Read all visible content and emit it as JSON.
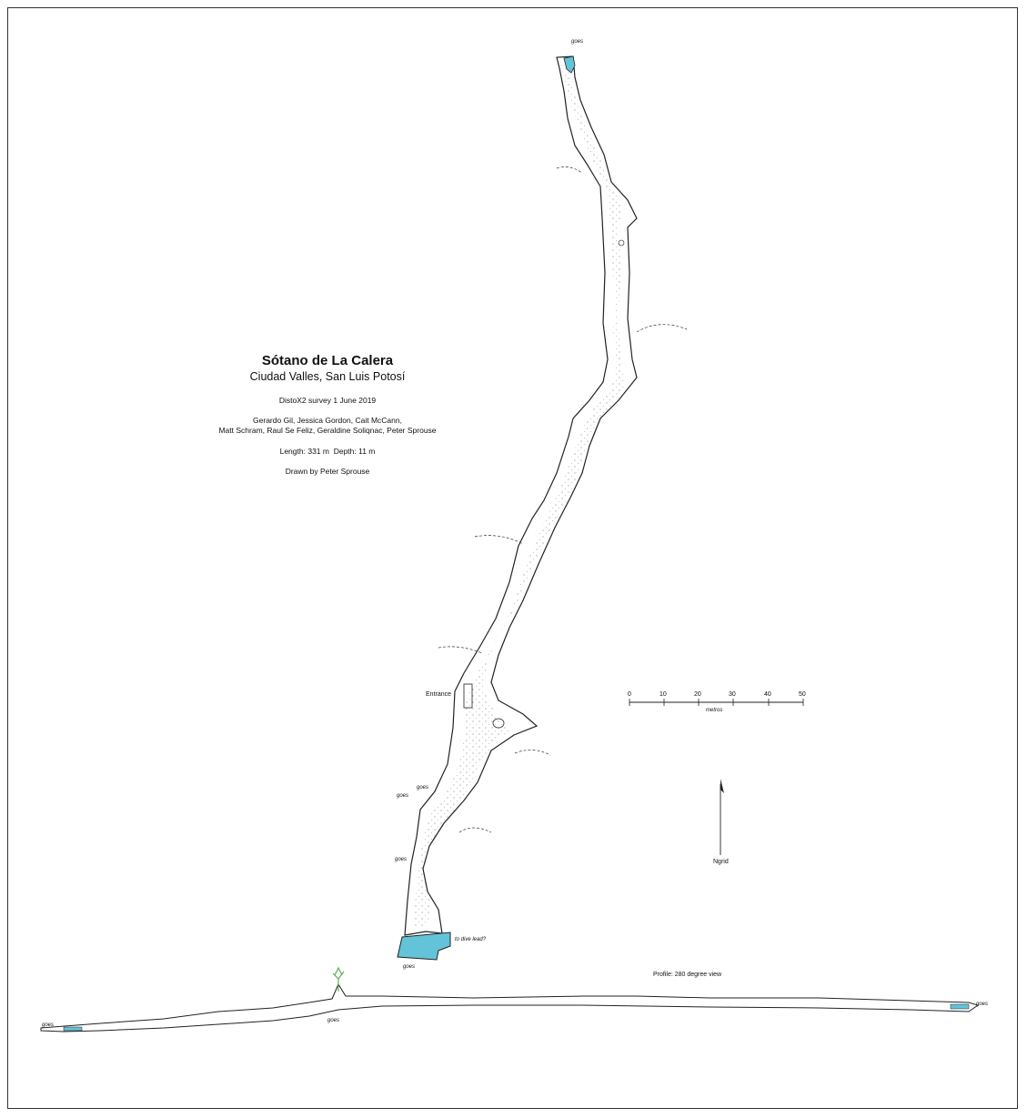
{
  "title": {
    "cave_name": "Sótano de La Calera",
    "location": "Ciudad Valles, San Luis Potosí",
    "survey": "DistoX2 survey 1 June 2019",
    "surveyors_line1": "Gerardo Gil, Jessica Gordon, Cait McCann,",
    "surveyors_line2": "Matt Schram, Raul Se Feliz, Geraldine Soliqnac, Peter Sprouse",
    "length_label": "Length:",
    "length_value": "331 m",
    "depth_label": "Depth:",
    "depth_value": "11 m",
    "drawn_by": "Drawn by Peter Sprouse"
  },
  "labels": {
    "entrance": "Entrance",
    "goes": "goes",
    "dive_lead": "to dive lead?",
    "profile": "Profile: 280 degree view"
  },
  "scale_bar": {
    "ticks": [
      "0",
      "10",
      "20",
      "30",
      "40",
      "50"
    ],
    "unit": "metros"
  },
  "north_arrow": {
    "label": "Ngrid"
  },
  "colors": {
    "water": "#62c3d9",
    "outline": "#222222",
    "frame": "#333333"
  }
}
